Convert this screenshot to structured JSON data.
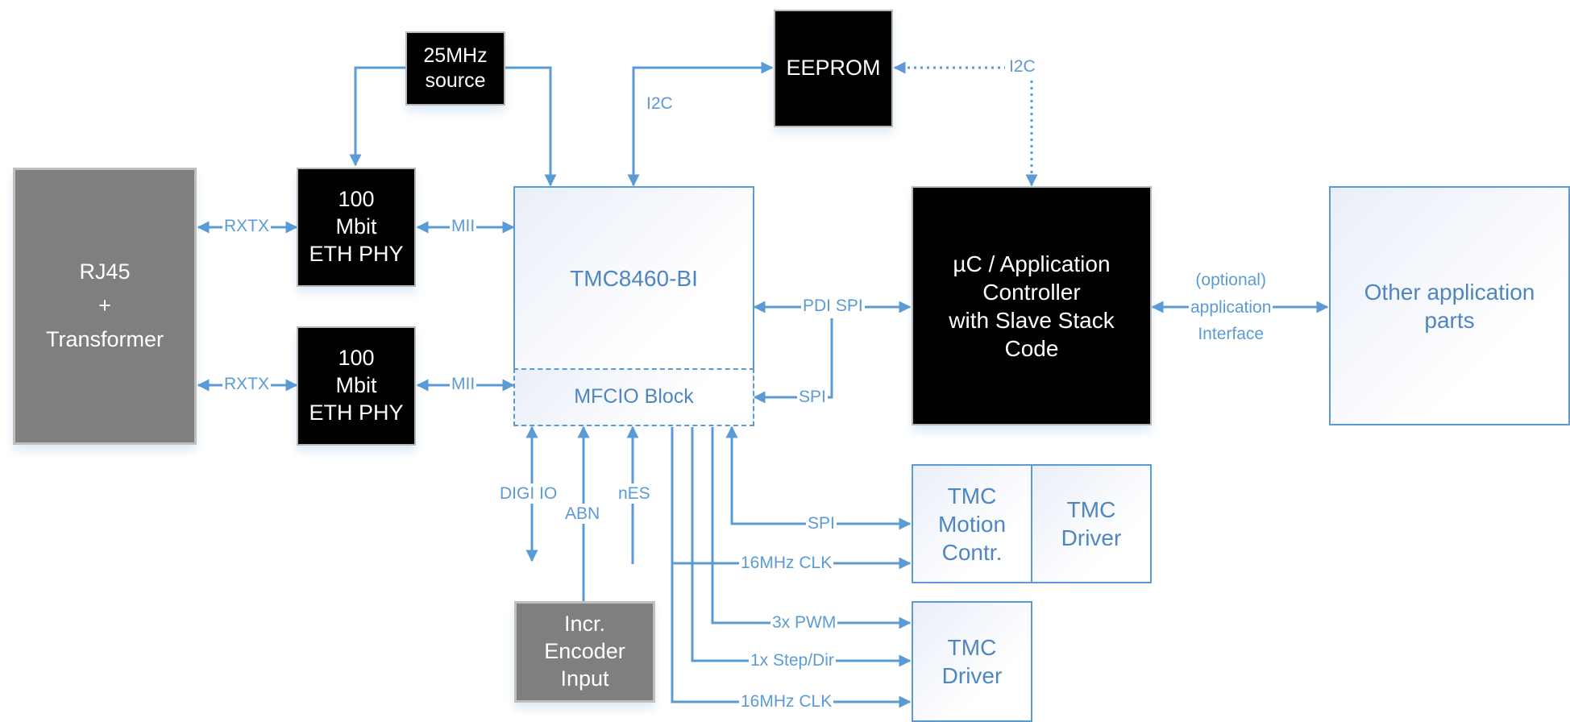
{
  "diagram": {
    "colors": {
      "accent": "#5b9bd5",
      "text_blue": "#4f86c0",
      "black_block": "#000000",
      "gray_block": "#7f7f7f"
    },
    "blocks": {
      "clock_source": "25MHz\nsource",
      "eeprom": "EEPROM",
      "rj45": "RJ45\n+\nTransformer",
      "phy1": "100\nMbit\nETH PHY",
      "phy2": "100\nMbit\nETH PHY",
      "tmc8460": "TMC8460-BI",
      "mfcio": "MFCIO Block",
      "uc": "µC / Application\nController\nwith Slave Stack\nCode",
      "other_app": "Other application\nparts",
      "tmc_motion": "TMC\nMotion\nContr.",
      "tmc_driver1": "TMC\nDriver",
      "tmc_driver2": "TMC\nDriver",
      "encoder": "Incr.\nEncoder\nInput"
    },
    "signals": {
      "rxtx1": "RXTX",
      "rxtx2": "RXTX",
      "mii1": "MII",
      "mii2": "MII",
      "i2c_eeprom": "I2C",
      "i2c_uc": "I2C",
      "pdi_spi": "PDI SPI",
      "spi_mfcio": "SPI",
      "app_interface": "(optional)\napplication\nInterface",
      "digi_io": "DIGI IO",
      "abn": "ABN",
      "nes": "nES",
      "spi_tmc": "SPI",
      "clk_motion": "16MHz CLK",
      "pwm": "3x PWM",
      "step_dir": "1x Step/Dir",
      "clk_driver": "16MHz CLK"
    }
  }
}
